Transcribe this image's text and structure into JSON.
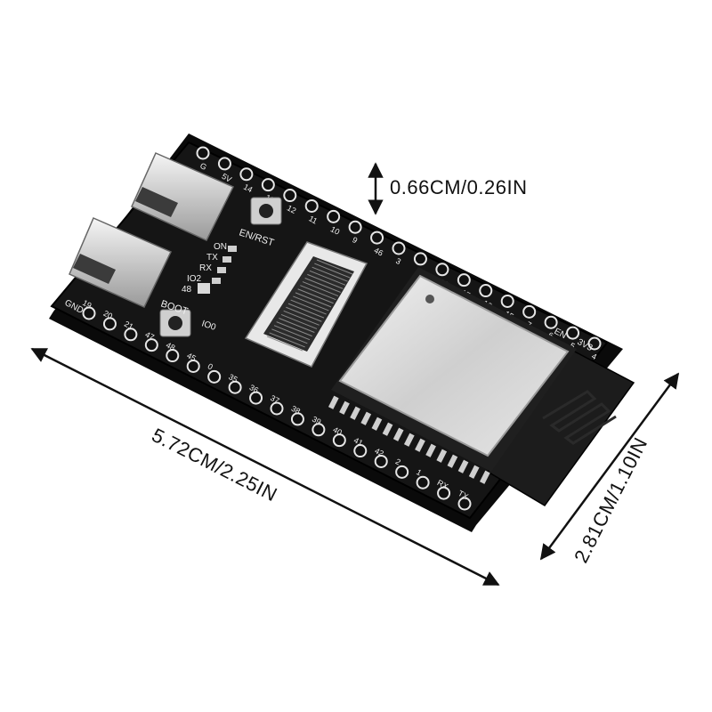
{
  "dimensions": {
    "height": "0.66CM/0.26IN",
    "length": "5.72CM/2.25IN",
    "width": "2.81CM/1.10IN"
  },
  "board": {
    "labels": {
      "en_rst": "EN/RST",
      "boot": "BOOT",
      "io0": "IO0",
      "on": "ON",
      "tx": "TX",
      "rx": "RX",
      "io2": "IO2",
      "n48": "48",
      "gnd": "GND",
      "v33": "3V3",
      "en": "EN"
    },
    "top_pins": [
      "4",
      "5",
      "6",
      "7",
      "15",
      "16",
      "17",
      "18",
      "8",
      "3",
      "46",
      "9",
      "10",
      "11",
      "12",
      "13",
      "14",
      "5V",
      "G"
    ],
    "bottom_pins": [
      "19",
      "20",
      "21",
      "47",
      "48",
      "45",
      "0",
      "35",
      "36",
      "37",
      "38",
      "39",
      "40",
      "41",
      "42",
      "2",
      "1",
      "RX",
      "TX"
    ]
  },
  "colors": {
    "pcb": "#121212",
    "shield": "#d9d9d9",
    "pin_ring": "#e6e6e6",
    "antenna": "#1c1c1c"
  }
}
